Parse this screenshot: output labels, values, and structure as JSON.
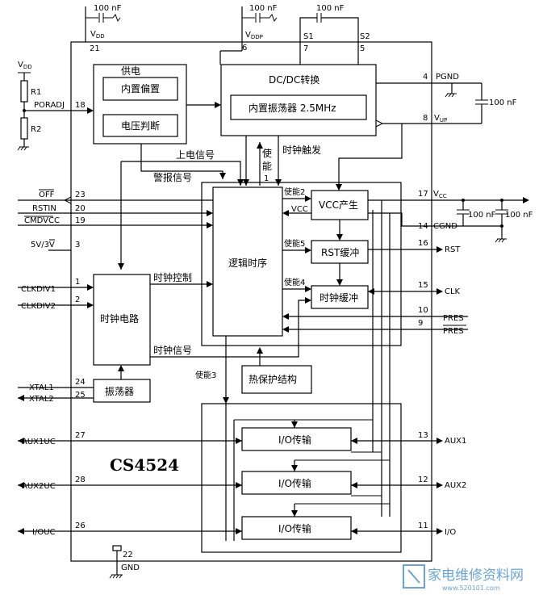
{
  "chip_name": "CS4524",
  "blocks": {
    "power_group": "供电",
    "internal_bias": "内置偏置",
    "voltage_detect": "电压判断",
    "dcdc": "DC/DC转换",
    "oscillator_internal": "内置振荡器 2.5MHz",
    "logic_timing": "逻辑时序",
    "clock_circuit": "时钟电路",
    "oscillator": "振荡器",
    "vcc_gen": "VCC产生",
    "rst_buffer": "RST缓冲",
    "clk_buffer": "时钟缓冲",
    "thermal": "热保护结构",
    "io1": "I/O传输",
    "io2": "I/O传输",
    "io3": "I/O传输"
  },
  "signals": {
    "power_on": "上电信号",
    "alarm": "警报信号",
    "clock_trigger": "时钟触发",
    "enable1_a": "使",
    "enable1_b": "能",
    "enable1_c": "1",
    "enable2": "使能2",
    "enable3": "使能3",
    "enable4": "使能4",
    "enable5": "使能5",
    "vcc": "VCC",
    "clock_control": "时钟控制",
    "clock_signal": "时钟信号"
  },
  "left_pins": [
    {
      "name": "PORADJ",
      "num": "18"
    },
    {
      "name": "OFF",
      "num": "23"
    },
    {
      "name": "RSTIN",
      "num": "20"
    },
    {
      "name": "CMDVCC",
      "num": "19"
    },
    {
      "name": "5V/3V",
      "num": "3"
    },
    {
      "name": "CLKDIV1",
      "num": "1"
    },
    {
      "name": "CLKDIV2",
      "num": "2"
    },
    {
      "name": "XTAL1",
      "num": "24"
    },
    {
      "name": "XTAL2",
      "num": "25"
    },
    {
      "name": "AUX1UC",
      "num": "27"
    },
    {
      "name": "AUX2UC",
      "num": "28"
    },
    {
      "name": "I/OUC",
      "num": "26"
    }
  ],
  "right_pins": [
    {
      "name": "PGND",
      "num": "4"
    },
    {
      "name": "V",
      "sub": "UP",
      "num": "8"
    },
    {
      "name": "V",
      "sub": "CC",
      "num": "17"
    },
    {
      "name": "CGND",
      "num": "14"
    },
    {
      "name": "RST",
      "num": "16"
    },
    {
      "name": "CLK",
      "num": "15"
    },
    {
      "name": "PRES",
      "num": "10"
    },
    {
      "name": "PRES",
      "num": "9"
    },
    {
      "name": "AUX1",
      "num": "13"
    },
    {
      "name": "AUX2",
      "num": "12"
    },
    {
      "name": "I/O",
      "num": "11"
    }
  ],
  "top_pins": [
    {
      "name": "V",
      "sub": "DD",
      "num": "21"
    },
    {
      "name": "V",
      "sub": "DDP",
      "num": "6"
    },
    {
      "name": "S1",
      "num": "7"
    },
    {
      "name": "S2",
      "num": "5"
    }
  ],
  "bottom_pin": {
    "name": "GND",
    "num": "22"
  },
  "external": {
    "vdd_label": "V",
    "vdd_sub": "DD",
    "r1": "R1",
    "r2": "R2",
    "cap": "100 nF"
  },
  "watermark": {
    "main": "家电维修资料网",
    "url": "www.520101.com"
  }
}
